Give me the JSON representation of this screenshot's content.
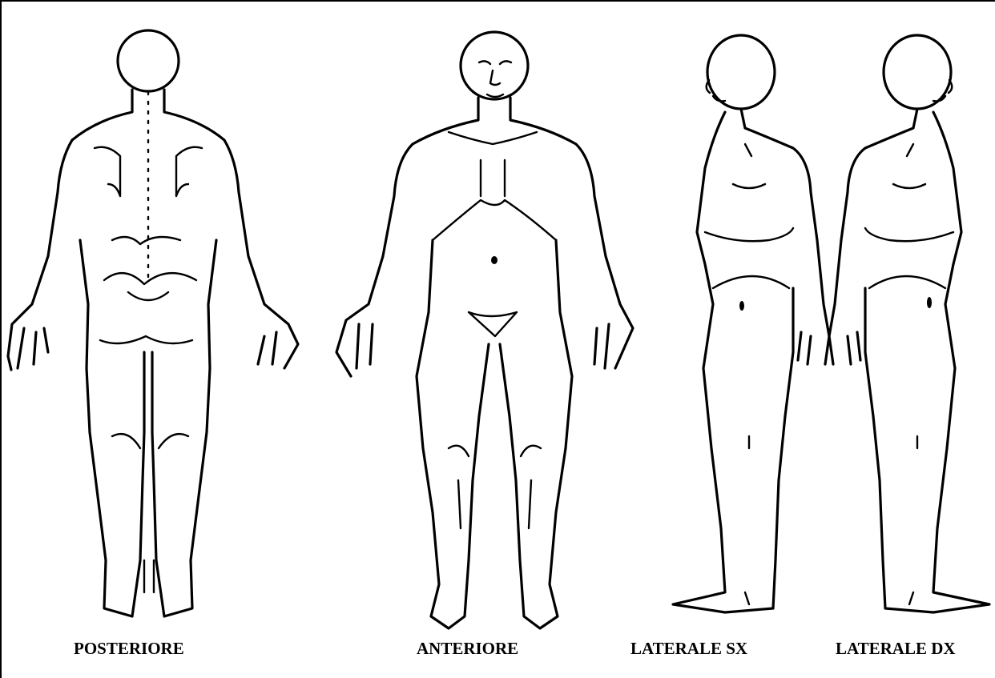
{
  "labels": {
    "posterior": "POSTERIORE",
    "anterior": "ANTERIORE",
    "lateral_left": "LATERALE SX",
    "lateral_right": "LATERALE DX"
  }
}
